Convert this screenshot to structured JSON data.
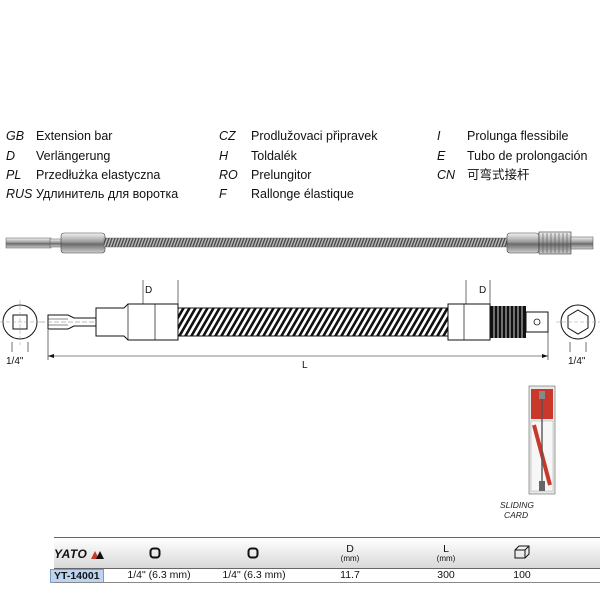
{
  "languages": [
    {
      "code": "GB",
      "text": "Extension bar"
    },
    {
      "code": "D",
      "text": "Verlängerung"
    },
    {
      "code": "PL",
      "text": "Przedłużka elastyczna"
    },
    {
      "code": "RUS",
      "text": "Удлинитель для воротка"
    },
    {
      "code": "CZ",
      "text": "Prodlužovaci připravek"
    },
    {
      "code": "H",
      "text": "Toldalék"
    },
    {
      "code": "RO",
      "text": "Prelungitor"
    },
    {
      "code": "F",
      "text": "Rallonge élastique"
    },
    {
      "code": "I",
      "text": "Prolunga flessibile"
    },
    {
      "code": "E",
      "text": "Tubo de prolongación"
    },
    {
      "code": "CN",
      "text": "可弯式接杆"
    }
  ],
  "drawing": {
    "label_D_left": "D",
    "label_D_right": "D",
    "label_L": "L",
    "label_quarter_left": "1/4\"",
    "label_quarter_right": "1/4\""
  },
  "card": {
    "label_line1": "SLIDING",
    "label_line2": "CARD"
  },
  "table": {
    "brand": "YATO",
    "header_d": "D",
    "header_d_unit": "(mm)",
    "header_l": "L",
    "header_l_unit": "(mm)",
    "row": {
      "sku": "YT-14001",
      "drive_in": "1/4\" (6.3 mm)",
      "drive_out": "1/4\" (6.3 mm)",
      "d": "11.7",
      "l": "300",
      "qty": "100"
    }
  },
  "colors": {
    "sku_bg": "#bcd4ef",
    "card_red": "#c8392b"
  }
}
